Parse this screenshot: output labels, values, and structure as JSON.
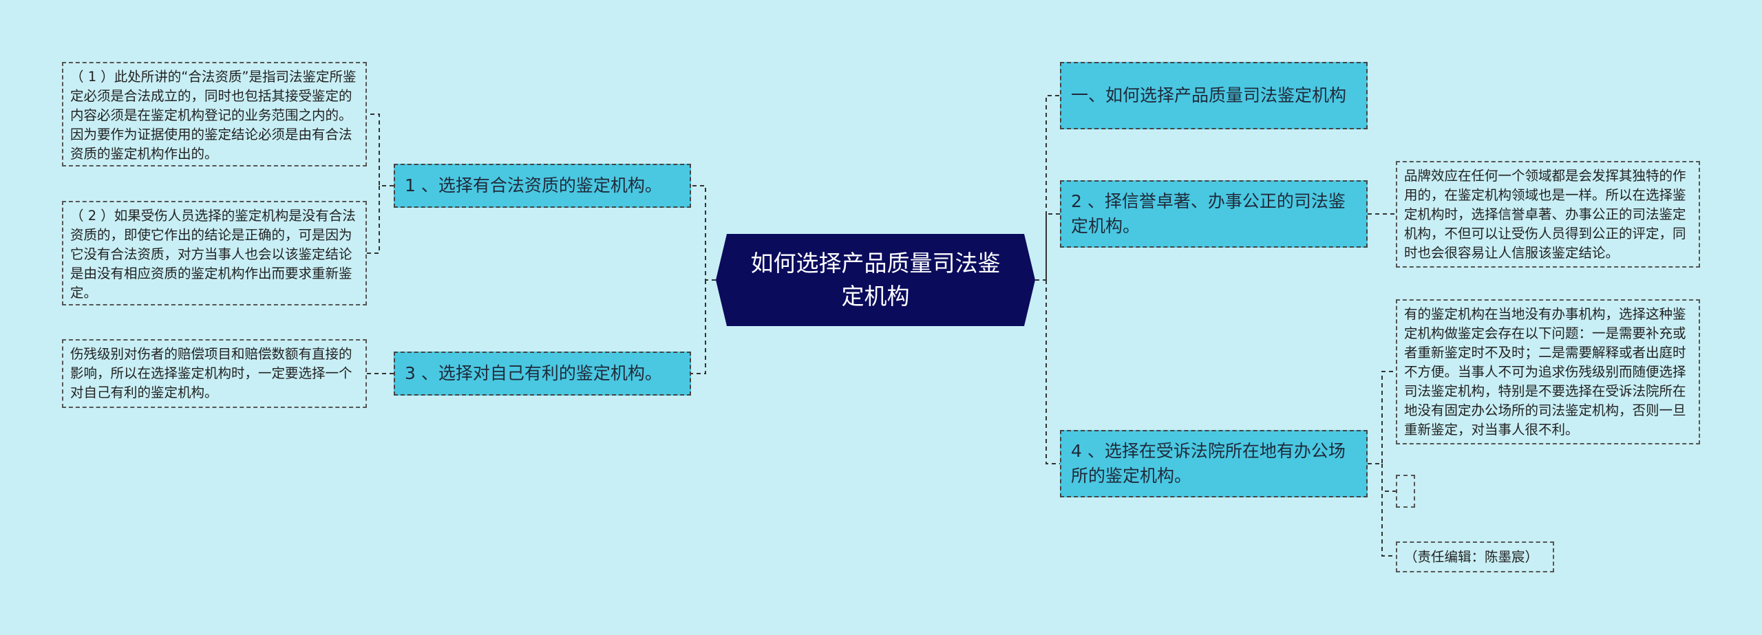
{
  "root": {
    "title": "如何选择产品质量司法鉴定机构"
  },
  "left_branches": [
    {
      "label": "1 、选择有合法资质的鉴定机构。"
    },
    {
      "label": "3 、选择对自己有利的鉴定机构。"
    }
  ],
  "left_leaves": [
    {
      "text": "（ 1 ）此处所讲的“合法资质”是指司法鉴定所鉴定必须是合法成立的，同时也包括其接受鉴定的内容必须是在鉴定机构登记的业务范围之内的。因为要作为证据使用的鉴定结论必须是由有合法资质的鉴定机构作出的。"
    },
    {
      "text": "（ 2 ）如果受伤人员选择的鉴定机构是没有合法资质的，即使它作出的结论是正确的，可是因为它没有合法资质，对方当事人也会以该鉴定结论是由没有相应资质的鉴定机构作出而要求重新鉴定。"
    },
    {
      "text": "伤残级别对伤者的赔偿项目和赔偿数额有直接的影响，所以在选择鉴定机构时，一定要选择一个对自己有利的鉴定机构。"
    }
  ],
  "right_branches": [
    {
      "label": "一、如何选择产品质量司法鉴定机构"
    },
    {
      "label": "2 、择信誉卓著、办事公正的司法鉴定机构。"
    },
    {
      "label": "4 、选择在受诉法院所在地有办公场所的鉴定机构。"
    }
  ],
  "right_leaves": [
    {
      "text": "品牌效应在任何一个领域都是会发挥其独特的作用的，在鉴定机构领域也是一样。所以在选择鉴定机构时，选择信誉卓著、办事公正的司法鉴定机构，不但可以让受伤人员得到公正的评定，同时也会很容易让人信服该鉴定结论。"
    },
    {
      "text": "有的鉴定机构在当地没有办事机构，选择这种鉴定机构做鉴定会存在以下问题：一是需要补充或者重新鉴定时不及时；二是需要解释或者出庭时不方便。当事人不可为追求伤残级别而随便选择司法鉴定机构，特别是不要选择在受诉法院所在地没有固定办公场所的司法鉴定机构，否则一旦重新鉴定，对当事人很不利。"
    },
    {
      "text": ""
    },
    {
      "text": "（责任编辑：陈墨宸）"
    }
  ],
  "colors": {
    "background": "#c8eff5",
    "root_fill": "#0b0b5c",
    "branch_fill": "#4ac8e2",
    "connector": "#333333"
  }
}
